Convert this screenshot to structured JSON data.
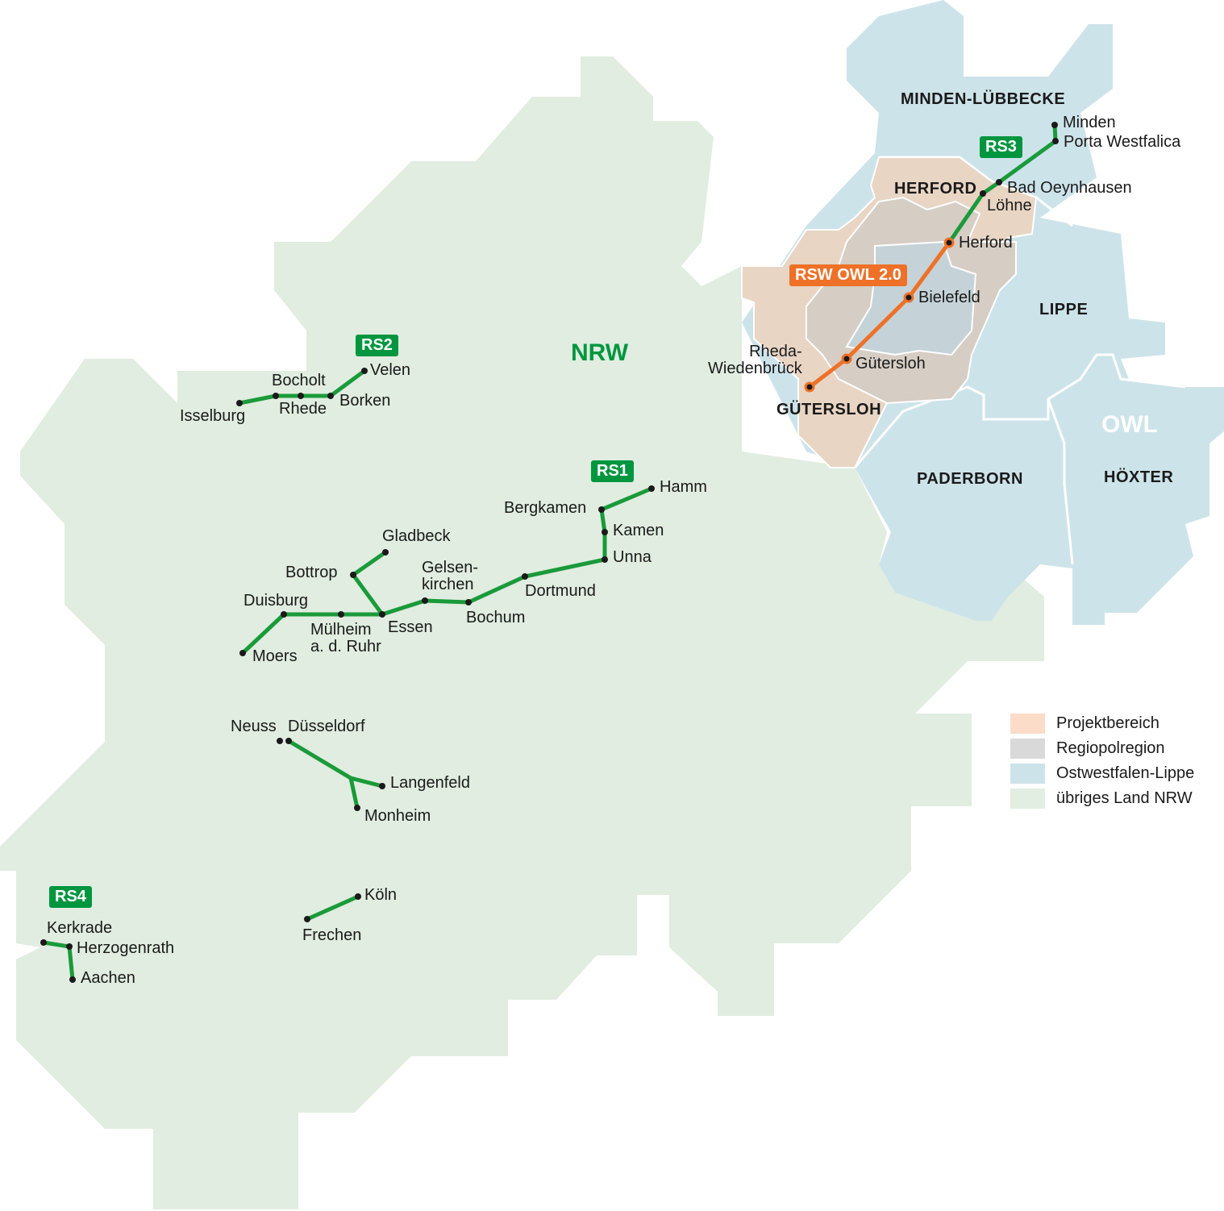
{
  "map": {
    "state_label": "NRW",
    "region_label": "OWL",
    "districts": [
      "MINDEN-LÜBBECKE",
      "HERFORD",
      "LIPPE",
      "GÜTERSLOH",
      "PADERBORN",
      "HÖXTER"
    ],
    "routes": [
      {
        "id": "RS1",
        "color": "#00963f",
        "cities": [
          "Moers",
          "Duisburg",
          "Mülheim\na. d. Ruhr",
          "Essen",
          "Bottrop",
          "Gladbeck",
          "Gelsen-\nkirchen",
          "Bochum",
          "Dortmund",
          "Unna",
          "Kamen",
          "Bergkamen",
          "Hamm"
        ]
      },
      {
        "id": "RS2",
        "color": "#00963f",
        "cities": [
          "Isselburg",
          "Rhede",
          "Bocholt",
          "Borken",
          "Velen"
        ]
      },
      {
        "id": "RS3",
        "color": "#00963f",
        "cities": [
          "Minden",
          "Porta Westfalica",
          "Bad Oeynhausen",
          "Löhne",
          "Herford"
        ]
      },
      {
        "id": "RS4",
        "color": "#00963f",
        "cities": [
          "Kerkrade",
          "Herzogenrath",
          "Aachen"
        ]
      },
      {
        "id": "RSW OWL 2.0",
        "color": "#ee7127",
        "cities": [
          "Bielefeld",
          "Gütersloh",
          "Rheda-\nWiedenbrück"
        ]
      },
      {
        "id": "",
        "color": "#00963f",
        "cities": [
          "Neuss",
          "Düsseldorf",
          "Langenfeld",
          "Monheim"
        ]
      },
      {
        "id": "",
        "color": "#00963f",
        "cities": [
          "Köln",
          "Frechen"
        ]
      }
    ]
  },
  "legend": [
    {
      "label": "Projektbereich",
      "color": "#fbdcc8"
    },
    {
      "label": "Regiopolregion",
      "color": "#d9d9d9"
    },
    {
      "label": "Ostwestfalen-Lippe",
      "color": "#cde3ea"
    },
    {
      "label": "übriges Land NRW",
      "color": "#e1eee1"
    }
  ]
}
